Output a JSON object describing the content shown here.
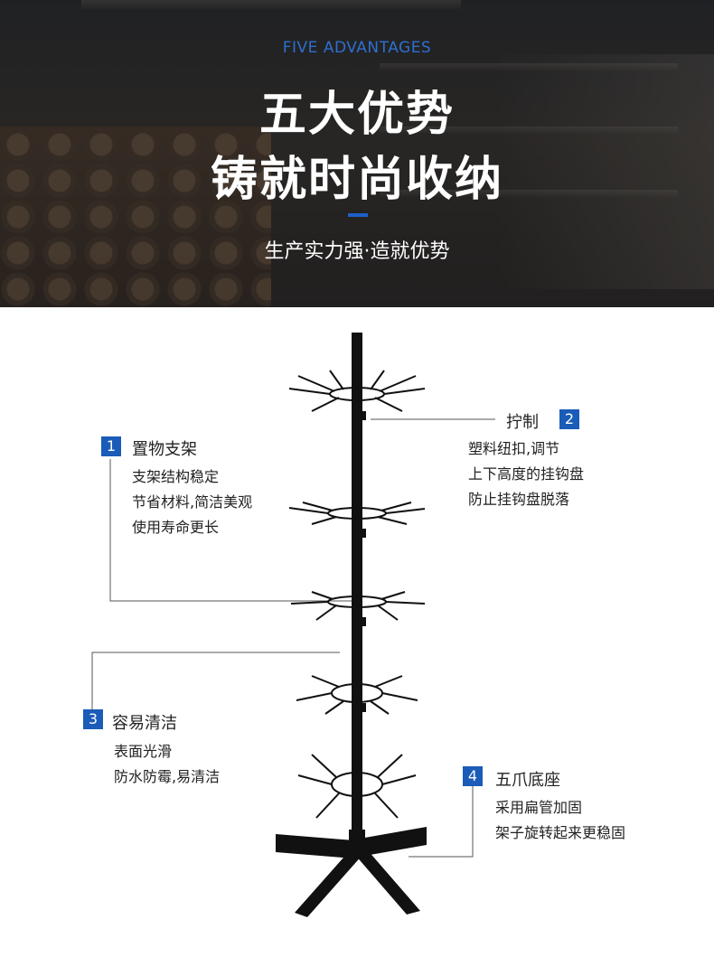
{
  "banner": {
    "subtitle": "FIVE ADVANTAGES",
    "title_line1": "五大优势",
    "title_line2": "铸就时尚收纳",
    "tagline": "生产实力强·造就优势"
  },
  "features": [
    {
      "num": "1",
      "title": "置物支架",
      "lines": [
        "支架结构稳定",
        "节省材料,简洁美观",
        "使用寿命更长"
      ]
    },
    {
      "num": "2",
      "title": "拧制",
      "lines": [
        "塑料纽扣,调节",
        "上下高度的挂钩盘",
        "防止挂钩盘脱落"
      ]
    },
    {
      "num": "3",
      "title": "容易清洁",
      "lines": [
        "表面光滑",
        "防水防霉,易清洁"
      ]
    },
    {
      "num": "4",
      "title": "五爪底座",
      "lines": [
        "采用扁管加固",
        "架子旋转起来更稳固"
      ]
    }
  ],
  "colors": {
    "accent_blue": "#1a5cb8",
    "subtitle_blue": "#2e6fd0",
    "rack": "#111111"
  }
}
